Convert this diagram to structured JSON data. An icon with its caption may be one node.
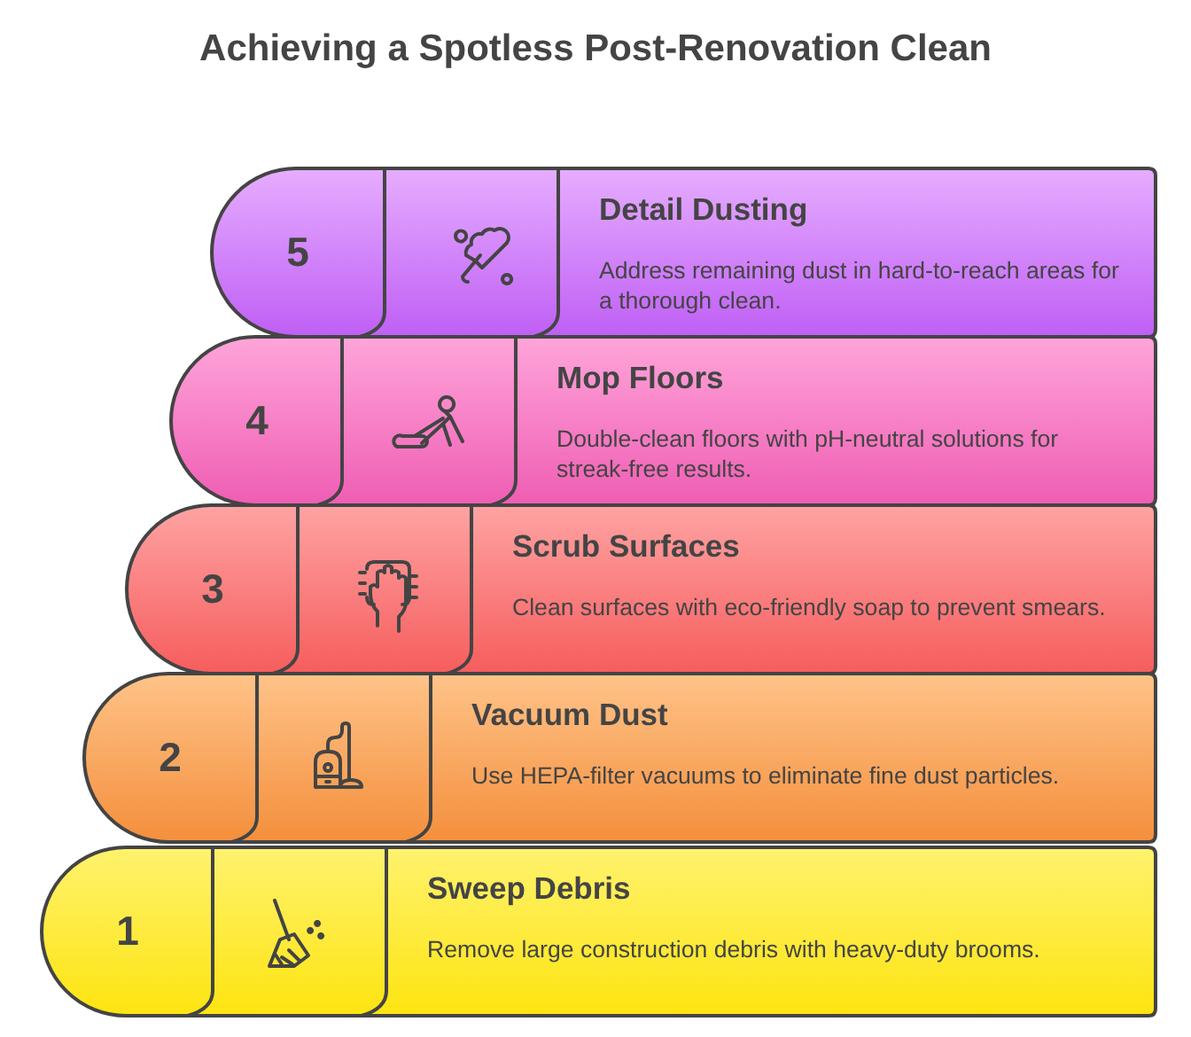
{
  "diagram": {
    "title": "Achieving a Spotless Post-Renovation Clean",
    "nodes": [
      {
        "text": [
          "5",
          "Detail Dusting",
          "Address remaining dust in hard-to-reach areas for a thorough clean."
        ]
      },
      {
        "text": [
          "4",
          "Mop Floors",
          "Double-clean floors with pH-neutral solutions for streak-free results."
        ]
      },
      {
        "text": [
          "3",
          "Scrub Surfaces",
          "Clean surfaces with eco-friendly soap to prevent smears."
        ]
      },
      {
        "text": [
          "2",
          "Vacuum Dust",
          "Use HEPA-filter vacuums to eliminate fine dust particles."
        ]
      },
      {
        "text": [
          "1",
          "Sweep Debris",
          "Remove large construction debris with heavy-duty brooms."
        ]
      }
    ]
  }
}
